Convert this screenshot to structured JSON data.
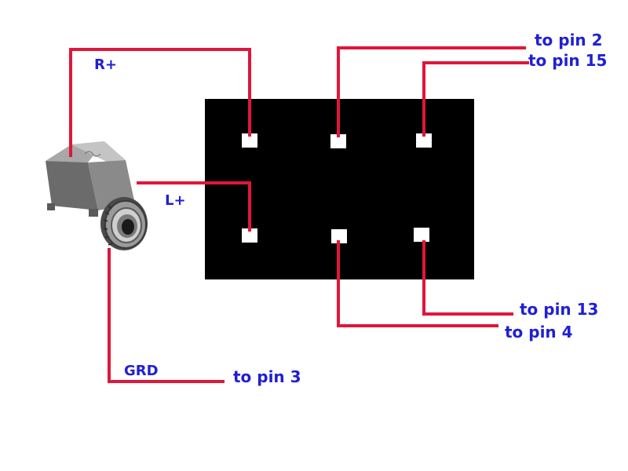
{
  "labels": {
    "r_plus": "R+",
    "l_plus": "L+",
    "grd": "GRD",
    "to_pin_2": "to pin 2",
    "to_pin_15": "to pin 15",
    "to_pin_13": "to pin 13",
    "to_pin_4": "to pin 4",
    "to_pin_3": "to pin 3"
  },
  "icons": {
    "jack": "audio-jack-3.5mm-icon"
  },
  "colors": {
    "wire": "#e0163a",
    "label": "#1f1fd6",
    "connector_body": "#000000",
    "pad": "#ffffff"
  }
}
